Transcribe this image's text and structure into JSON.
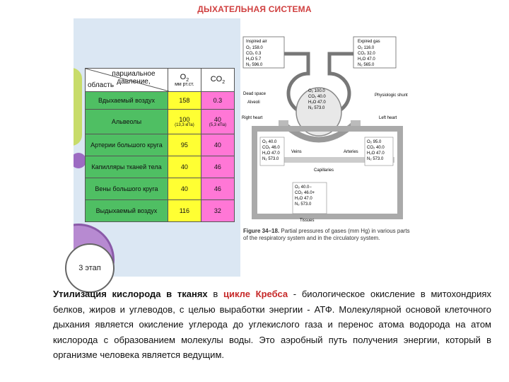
{
  "page": {
    "title": "ДЫХАТЕЛЬНАЯ СИСТЕМА"
  },
  "table": {
    "header": {
      "area": "область",
      "pressure": "парциальное давление,",
      "o2": "O",
      "o2_sub": "2",
      "co2": "CO",
      "co2_sub": "2",
      "unit": "мм рт.ст."
    },
    "rows": [
      {
        "name": "Вдыхаемый воздух",
        "o2": "158",
        "co2": "0.3",
        "o2_sub": "",
        "co2_sub": ""
      },
      {
        "name": "Альвеолы",
        "o2": "100",
        "co2": "40",
        "o2_sub": "(13,3 кПа)",
        "co2_sub": "(5,3 кПа)"
      },
      {
        "name": "Артерии большого круга",
        "o2": "95",
        "co2": "40",
        "o2_sub": "",
        "co2_sub": ""
      },
      {
        "name": "Капилляры тканей тела",
        "o2": "40",
        "co2": "46",
        "o2_sub": "",
        "co2_sub": ""
      },
      {
        "name": "Вены большого круга",
        "o2": "40",
        "co2": "46",
        "o2_sub": "",
        "co2_sub": ""
      },
      {
        "name": "Выдыхаемый воздух",
        "o2": "116",
        "co2": "32",
        "o2_sub": "",
        "co2_sub": ""
      }
    ]
  },
  "diagram": {
    "inspired": {
      "label": "Inspired air",
      "lines": [
        "O₂  158.0",
        "CO₂   0.3",
        "H₂O   5.7",
        "N₂  596.0"
      ]
    },
    "expired": {
      "label": "Expired gas",
      "lines": [
        "O₂  116.0",
        "CO₂  32.0",
        "H₂O  47.0",
        "N₂  565.0"
      ]
    },
    "alveoli": {
      "lines": [
        "O₂  100.0",
        "CO₂  40.0",
        "H₂O  47.0",
        "N₂  573.0"
      ]
    },
    "dead_space": "Dead space",
    "alveoli_label": "Alveoli",
    "shunt": "Physiologic shunt",
    "right_heart": "Right heart",
    "left_heart": "Left heart",
    "veins_label": "Veins",
    "arteries_label": "Arteries",
    "capillaries_label": "Capillaries",
    "tissues_label": "Tissues",
    "veins": {
      "lines": [
        "O₂   40.0",
        "CO₂  46.0",
        "H₂O  47.0",
        "N₂  573.0"
      ]
    },
    "arteries": {
      "lines": [
        "O₂   95.0",
        "CO₂  40.0",
        "H₂O  47.0",
        "N₂  573.0"
      ]
    },
    "tissues": {
      "lines": [
        "O₂   40.0−",
        "CO₂  46.0+",
        "H₂O  47.0",
        "N₂  573.0"
      ]
    },
    "caption_bold": "Figure 34–18.",
    "caption": " Partial pressures of gases (mm Hg) in various parts of the respiratory system and in the circulatory system."
  },
  "stage": {
    "label": "3 этап"
  },
  "text": {
    "bold_part": "Утилизация кислорода в тканях",
    "pre_red": " в ",
    "red_part": "цикле Кребса",
    "rest": " - биологическое окисление в митохондриях белков, жиров и углеводов, с целью выработки энергии - АТФ. Молекулярной основой клеточного дыхания является окисление углерода до углекислого газа и перенос атома водорода на атом кислорода с образованием молекулы воды. Это аэробный путь получения энергии, который в организме человека является ведущим."
  }
}
